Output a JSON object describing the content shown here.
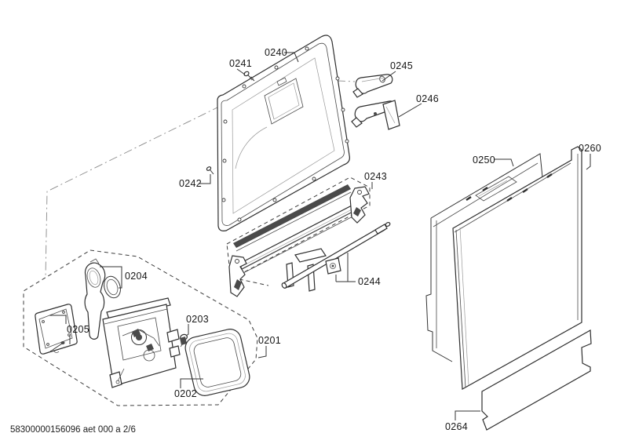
{
  "diagram": {
    "footer_code": "58300000156096 aet 000 a 2/6",
    "callouts": {
      "c0201": "0201",
      "c0202": "0202",
      "c0203": "0203",
      "c0204": "0204",
      "c0205": "0205",
      "c0240": "0240",
      "c0241": "0241",
      "c0242": "0242",
      "c0243": "0243",
      "c0244": "0244",
      "c0245": "0245",
      "c0246": "0246",
      "c0250": "0250",
      "c0260": "0260",
      "c0264": "0264"
    },
    "colors": {
      "background": "#ffffff",
      "line": "#2e2e2e",
      "dark_fill": "#4a4a4a"
    }
  }
}
